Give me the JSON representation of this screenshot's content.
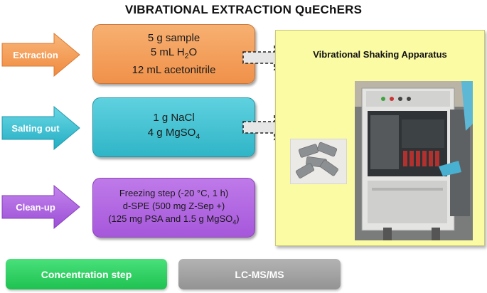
{
  "title": "VIBRATIONAL EXTRACTION QuEChERS",
  "steps": [
    {
      "label": "Extraction",
      "color": "#f39a52",
      "lines": [
        "5 g sample",
        "5 mL H2O",
        "12 mL acetonitrile"
      ],
      "box_color": "#f0914a"
    },
    {
      "label": "Salting out",
      "color": "#35c0d6",
      "lines": [
        "1 g NaCl",
        "4 g MgSO4"
      ],
      "box_color": "#2fb5c7"
    },
    {
      "label": "Clean-up",
      "color": "#a45ddb",
      "lines": [
        "Freezing step  (-20 °C, 1 h)",
        "d-SPE (500 mg Z-Sep +)",
        "(125 mg PSA and 1.5 g MgSO4)"
      ],
      "box_color": "#a657db"
    }
  ],
  "apparatus": {
    "title": "Vibrational Shaking Apparatus",
    "panel_color": "#fbfba4"
  },
  "final_steps": [
    {
      "label": "Concentration step",
      "color": "#27c958"
    },
    {
      "label": "LC-MS/MS",
      "color": "#a3a3a3"
    }
  ]
}
